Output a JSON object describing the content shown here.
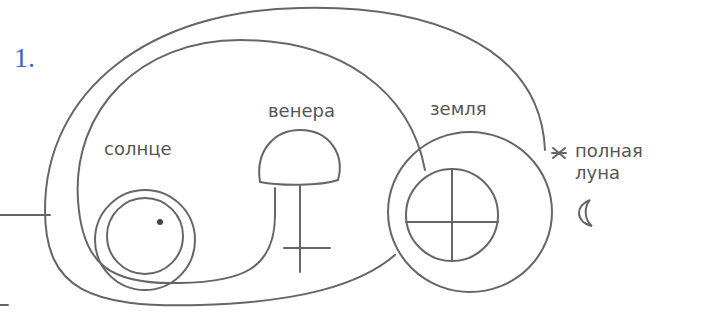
{
  "diagram": {
    "nodes": [
      {
        "text": [
          "солнце"
        ]
      },
      {
        "text": [
          "венера"
        ]
      },
      {
        "text": [
          "земля"
        ]
      },
      {
        "text": [
          "полная луна"
        ]
      }
    ],
    "labels": [
      "1."
    ]
  }
}
